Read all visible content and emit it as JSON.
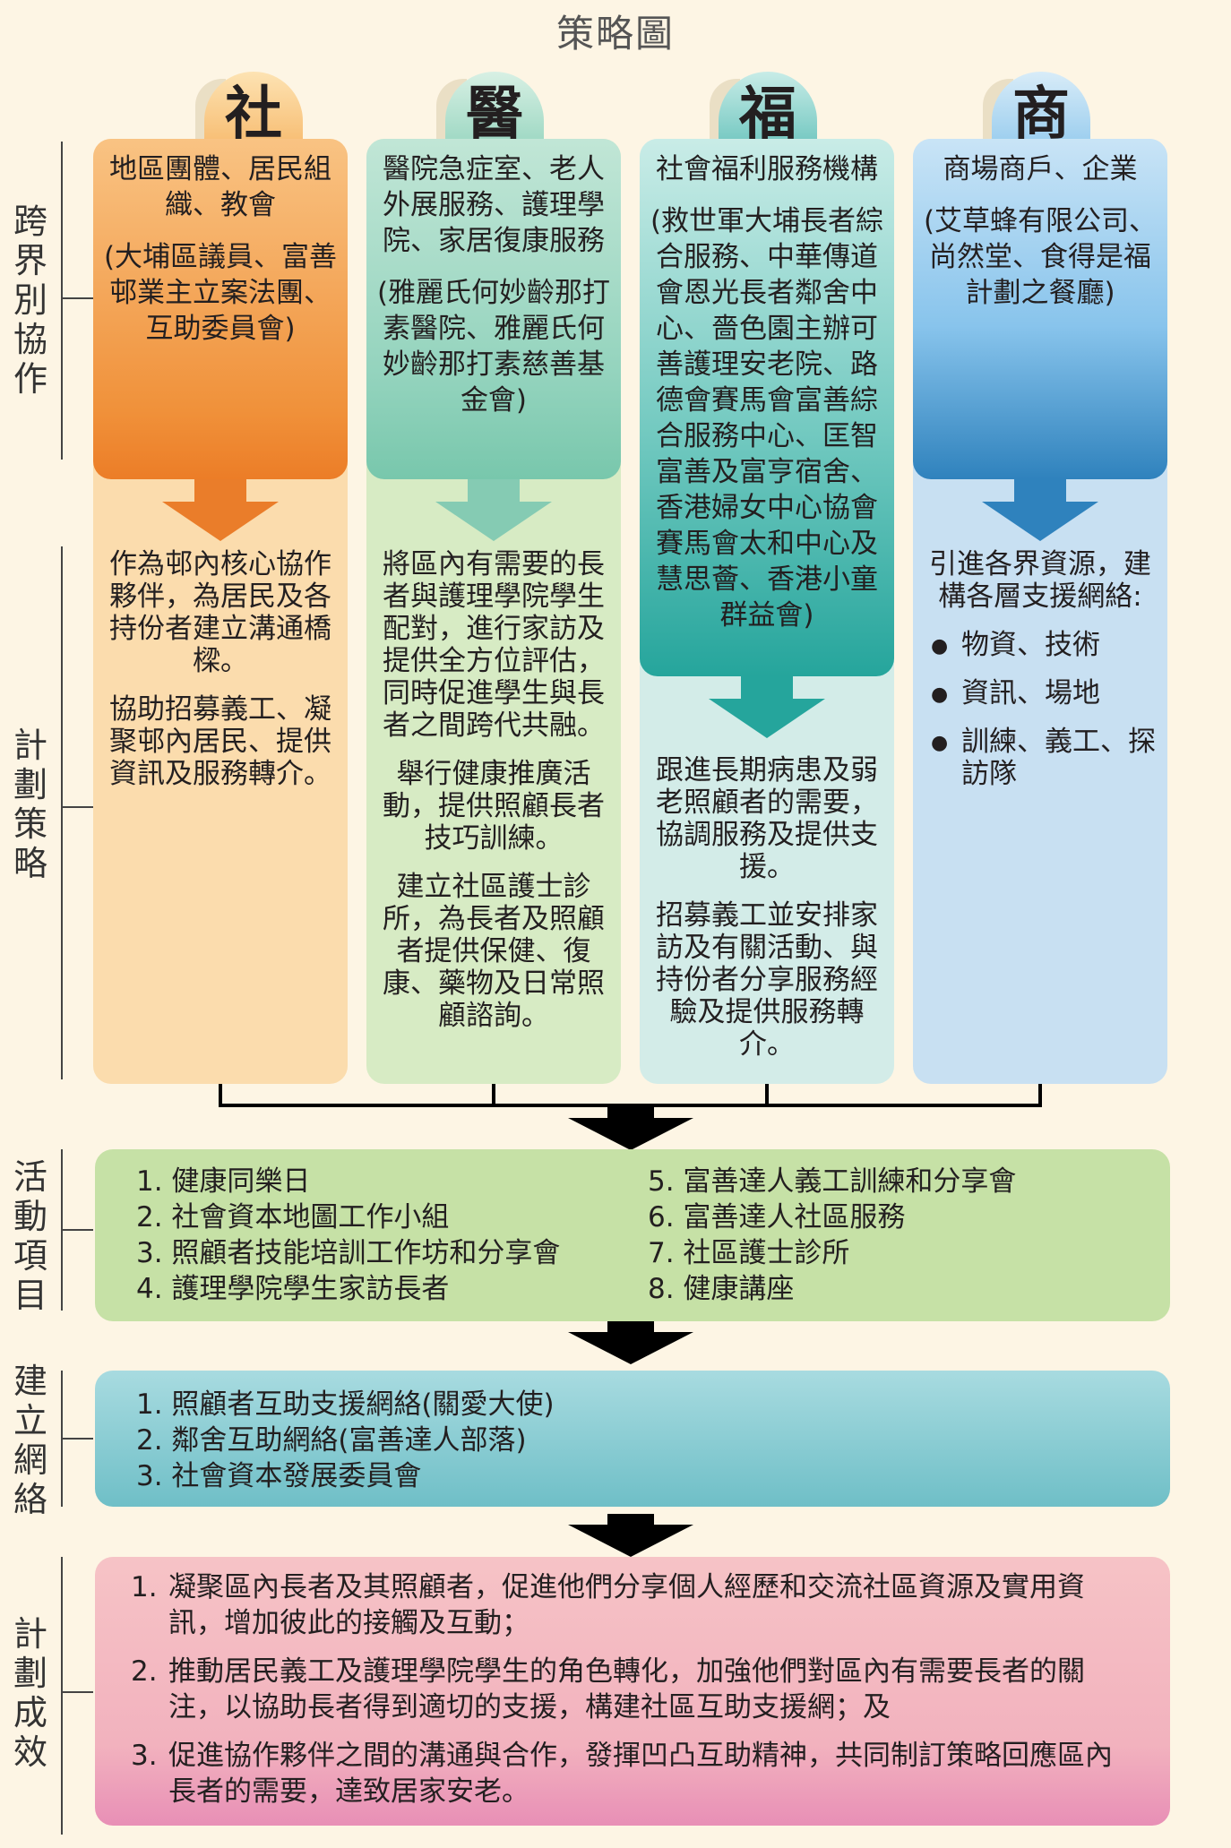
{
  "title": "策略圖",
  "side_labels": {
    "collab": "跨界別協作",
    "strategy": "計劃策略",
    "activities": "活動項目",
    "network": "建立網絡",
    "outcome": "計劃成效"
  },
  "columns": [
    {
      "header": "社",
      "partners": "地區團體、居民組織、教會",
      "partners_detail": "(大埔區議員、富善邨業主立案法團、互助委員會)",
      "strategies": [
        "作為邨內核心協作夥伴，為居民及各持份者建立溝通橋樑。",
        "協助招募義工、凝聚邨內居民、提供資訊及服務轉介。"
      ]
    },
    {
      "header": "醫",
      "partners": "醫院急症室、老人外展服務、護理學院、家居復康服務",
      "partners_detail": "(雅麗氏何妙齡那打素醫院、雅麗氏何妙齡那打素慈善基金會)",
      "strategies": [
        "將區內有需要的長者與護理學院學生配對，進行家訪及提供全方位評估，同時促進學生與長者之間跨代共融。",
        "舉行健康推廣活動，提供照顧長者技巧訓練。",
        "建立社區護士診所，為長者及照顧者提供保健、復康、藥物及日常照顧諮詢。"
      ]
    },
    {
      "header": "福",
      "partners": "社會福利服務機構",
      "partners_detail": "(救世軍大埔長者綜合服務、中華傳道會恩光長者鄰舍中心、嗇色園主辦可善護理安老院、路德會賽馬會富善綜合服務中心、匡智富善及富亨宿舍、香港婦女中心協會賽馬會太和中心及慧思薈、香港小童群益會)",
      "strategies": [
        "跟進長期病患及弱老照顧者的需要，協調服務及提供支援。",
        "招募義工並安排家訪及有關活動、與持份者分享服務經驗及提供服務轉介。"
      ]
    },
    {
      "header": "商",
      "partners": "商場商戶、企業",
      "partners_detail": "(艾草蜂有限公司、尚然堂、食得是福計劃之餐廳)",
      "strategies_intro": "引進各界資源，建構各層支援網絡:",
      "strategies_list": [
        "物資、技術",
        "資訊、場地",
        "訓練、義工、探訪隊"
      ]
    }
  ],
  "activities": {
    "left": [
      "1. 健康同樂日",
      "2. 社會資本地圖工作小組",
      "3. 照顧者技能培訓工作坊和分享會",
      "4. 護理學院學生家訪長者"
    ],
    "right": [
      "5. 富善達人義工訓練和分享會",
      "6. 富善達人社區服務",
      "7. 社區護士診所",
      "8. 健康講座"
    ]
  },
  "network": [
    "1. 照顧者互助支援網絡(關愛大使)",
    "2. 鄰舍互助網絡(富善達人部落)",
    "3. 社會資本發展委員會"
  ],
  "outcomes": [
    {
      "num": "1.",
      "text": "凝聚區內長者及其照顧者，促進他們分享個人經歷和交流社區資源及實用資訊，增加彼此的接觸及互動；"
    },
    {
      "num": "2.",
      "text": "推動居民義工及護理學院學生的角色轉化，加強他們對區內有需要長者的關注，以協助長者得到適切的支援，構建社區互助支援網；及"
    },
    {
      "num": "3.",
      "text": "促進協作夥伴之間的溝通與合作，發揮凹凸互助精神，共同制訂策略回應區內長者的需要，達致居家安老。"
    }
  ],
  "colors": {
    "social": "#f0913a",
    "medical": "#7cc9b1",
    "welfare": "#2ba59f",
    "business": "#5aaee0",
    "activities_box": "#c6e1a6",
    "network_box": "#7fc5cc",
    "outcome_box": "#f1b4bc"
  }
}
